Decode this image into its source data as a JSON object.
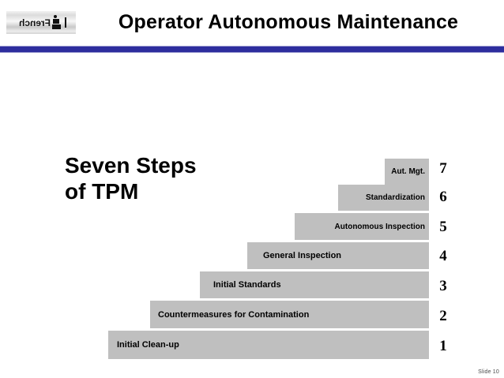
{
  "header": {
    "title": "Operator Autonomous Maintenance",
    "logo_text": "French",
    "rule_color": "#2d2d9e"
  },
  "body": {
    "heading_line1": "Seven Steps",
    "heading_line2": "of TPM",
    "heading": "Seven Steps\nof TPM"
  },
  "staircase": {
    "bar_color": "#bfbfbf",
    "steps": [
      {
        "number": "1",
        "label": "Initial Clean-up"
      },
      {
        "number": "2",
        "label": "Countermeasures for Contamination"
      },
      {
        "number": "3",
        "label": "Initial Standards"
      },
      {
        "number": "4",
        "label": "General Inspection"
      },
      {
        "number": "5",
        "label": "Autonomous Inspection"
      },
      {
        "number": "6",
        "label": "Standardization"
      },
      {
        "number": "7",
        "label": "Aut. Mgt."
      }
    ]
  },
  "footer": {
    "slide_number": "Slide 10"
  }
}
